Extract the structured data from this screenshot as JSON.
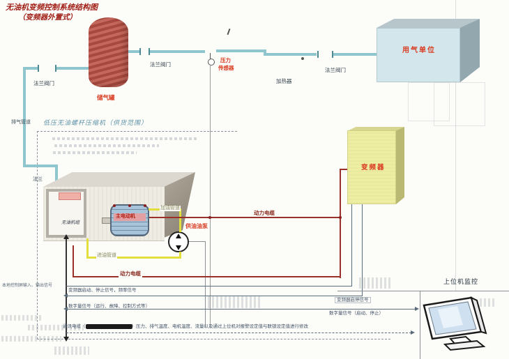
{
  "title": {
    "line1": "无油机变频控制系统结构图",
    "line2": "（变频器外置式）"
  },
  "scope": {
    "heading": "低压无油螺杆压缩机（供货范围）"
  },
  "equipment": {
    "storage_tank": "储气罐",
    "gas_user_unit": "用气单位",
    "inverter": "变频器",
    "compressor_panel": "无油机组",
    "motor": "主电动机",
    "oil_pump": "供油油泵",
    "heater": "加热器",
    "pressure_sensor_line1": "压力",
    "pressure_sensor_line2": "传感器",
    "host_monitoring": "上位机监控",
    "flange": "法兰"
  },
  "pipes": {
    "exhaust": "排气管道",
    "valve_left": "法兰阀门",
    "valve_tank_right": "法兰阀门",
    "valve_right": "法兰阀门",
    "oil_discharge": "加油管道",
    "oil_inlet": "进油管道"
  },
  "cables": {
    "power_upper": "动力电缆",
    "power_lower": "动力电缆",
    "local_panel_io": "本地控制屏输入、输出信号",
    "inverter_run": "变频器启动、停止信号，频率信号",
    "inverter_startstop": "变频器启停信号",
    "digital_io": "数字量信号（运行、故障、控制方式等）",
    "digital_startstop": "数字量信号（启动、停止）",
    "comms_prefix": "通讯电缆（",
    "comms_suffix": "）压力、排气温度、电机温度、流量以及通过上位机对报警设定值与联锁设定值进行修改"
  },
  "colors": {
    "pipe_teal": "#8fc6ce",
    "cable_red": "#9b3028",
    "oil_yellow": "#e2de3c",
    "tank_red": "#b85a50",
    "inverter_yellow": "#eeeea2",
    "gas_unit_blue": "#d3e6ec",
    "label_red": "#d93a20"
  }
}
